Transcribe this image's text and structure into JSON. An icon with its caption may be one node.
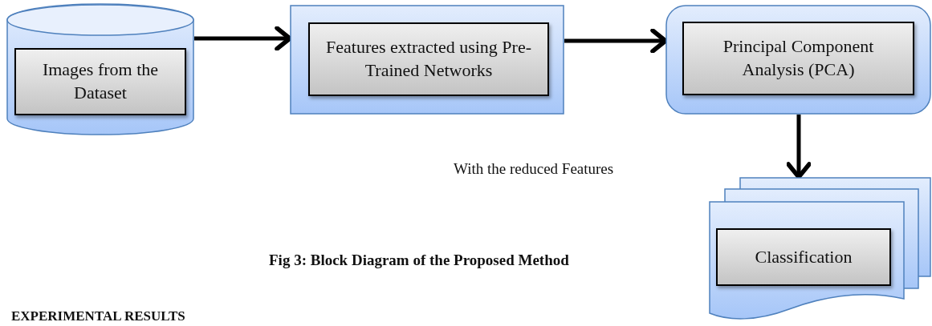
{
  "diagram": {
    "caption": "Fig 3: Block Diagram of the Proposed Method",
    "nodes": [
      {
        "text": [],
        "shape": "cylinder"
      },
      {
        "text": [
          "Images from the Dataset"
        ],
        "in": 0
      },
      {
        "text": [],
        "shape": "box"
      },
      {
        "text": [
          "Features extracted using Pre-Trained Networks"
        ],
        "in": 2
      },
      {
        "text": [],
        "shape": "box"
      },
      {
        "text": [
          "Principal Component Analysis (PCA)"
        ],
        "in": 4
      },
      {
        "text": [],
        "shape": "document"
      },
      {
        "text": [
          "Classification"
        ],
        "in": 6
      }
    ],
    "edges": [
      {
        "from": 0,
        "to": 2,
        "arrow": "to"
      },
      {
        "from": 2,
        "to": 4,
        "arrow": "to"
      },
      {
        "from": 4,
        "to": 6,
        "arrow": "to"
      }
    ],
    "labels": [
      "With the reduced Features",
      "EXPERIMENTAL RESULTS"
    ]
  }
}
